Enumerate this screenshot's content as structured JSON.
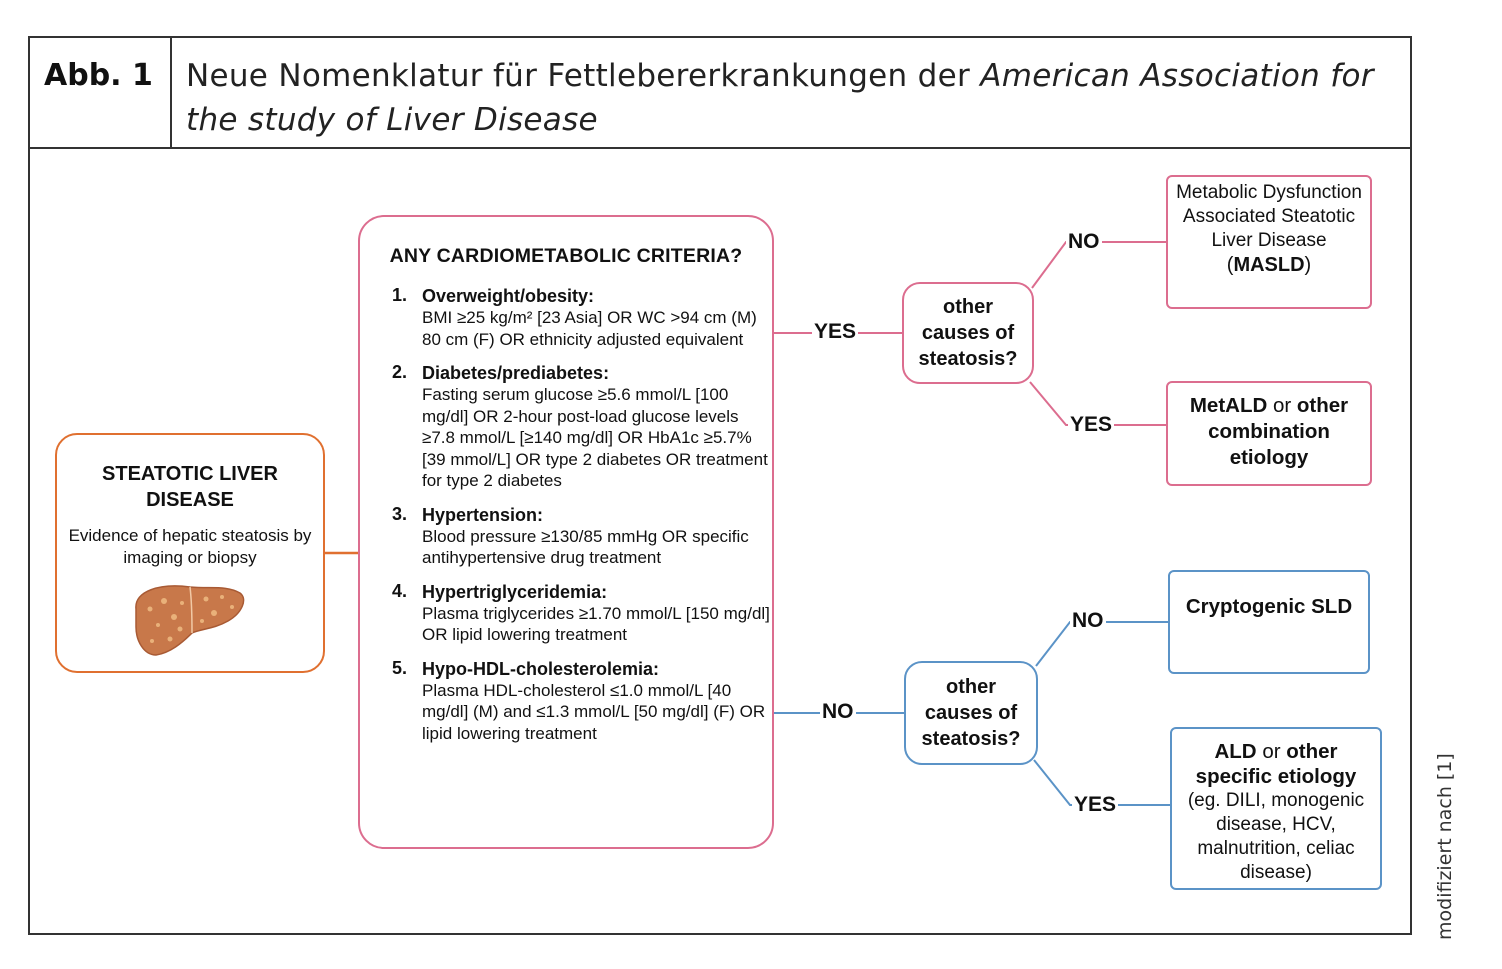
{
  "figure": {
    "label": "Abb. 1",
    "title_plain": "Neue Nomenklatur für Fettlebererkrankungen der ",
    "title_italic": "American Association for the study of Liver Disease",
    "side_note": "modifiziert nach [1]"
  },
  "start": {
    "title": "STEATOTIC LIVER DISEASE",
    "text": "Evidence of hepatic steatosis by imaging or biopsy",
    "icon": "liver-icon"
  },
  "criteria": {
    "heading": "ANY CARDIOMETABOLIC CRITERIA?",
    "items": [
      {
        "num": "1.",
        "name": "Overweight/obesity:",
        "body": "BMI ≥25 kg/m² [23 Asia] OR WC >94 cm (M) 80 cm (F) OR ethnicity adjusted equivalent"
      },
      {
        "num": "2.",
        "name": "Diabetes/prediabetes:",
        "body": "Fasting serum glucose ≥5.6 mmol/L [100 mg/dl] OR 2-hour post-load glucose levels ≥7.8 mmol/L [≥140 mg/dl] OR HbA1c ≥5.7% [39 mmol/L] OR type 2 diabetes OR treatment for type 2 diabetes"
      },
      {
        "num": "3.",
        "name": "Hypertension:",
        "body": "Blood pressure ≥130/85 mmHg OR specific antihypertensive drug treatment"
      },
      {
        "num": "4.",
        "name": "Hypertriglyceridemia:",
        "body": "Plasma triglycerides ≥1.70 mmol/L [150 mg/dl] OR lipid lowering treatment"
      },
      {
        "num": "5.",
        "name": "Hypo-HDL-cholesterolemia:",
        "body": "Plasma HDL-cholesterol ≤1.0 mmol/L [40 mg/dl] (M) and ≤1.3 mmol/L [50 mg/dl] (F) OR lipid lowering treatment"
      }
    ]
  },
  "branches": {
    "yes_label": "YES",
    "no_label": "NO",
    "question": "other causes of steatosis?"
  },
  "outcomes": {
    "masld_line1": "Metabolic Dysfunction Associated Steatotic Liver Disease",
    "masld_open": "(",
    "masld_bold": "MASLD",
    "masld_close": ")",
    "metald_bold1": "MetALD",
    "metald_plain": " or ",
    "metald_bold2": "other combination etiology",
    "cryptogenic": "Cryptogenic SLD",
    "ald_bold1": "ALD",
    "ald_plain": " or ",
    "ald_bold2": "other specific etiology",
    "ald_detail": "(eg. DILI, monogenic disease, HCV, malnutrition, celiac disease)"
  },
  "colors": {
    "orange": "#e07030",
    "pink": "#dc6d8f",
    "blue": "#5b93c7",
    "liver": "#c8784a"
  }
}
